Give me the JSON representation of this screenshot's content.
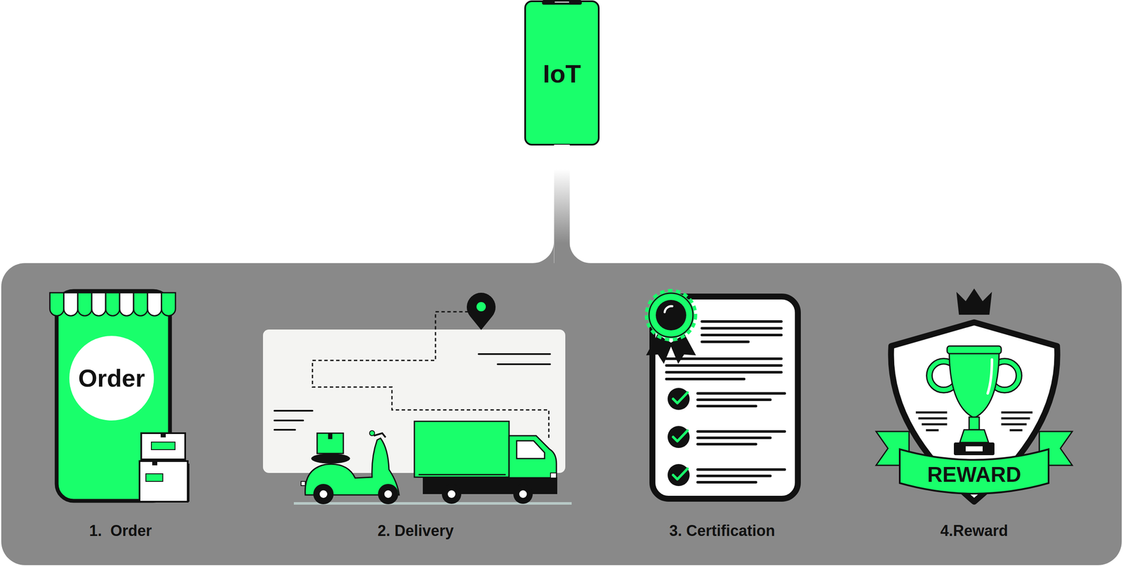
{
  "diagram": {
    "nodes": [
      {
        "text": [
          "IoT"
        ]
      },
      {
        "text": [
          "1.  Order",
          "2. Delivery",
          "3. Certification",
          "4.Reward"
        ]
      },
      {
        "text": [
          "Order"
        ],
        "in": 1
      },
      {
        "text": [
          "REWARD"
        ],
        "in": 1
      }
    ],
    "edges": [
      {
        "from": 0,
        "to": 1,
        "arrow": "none"
      }
    ]
  }
}
